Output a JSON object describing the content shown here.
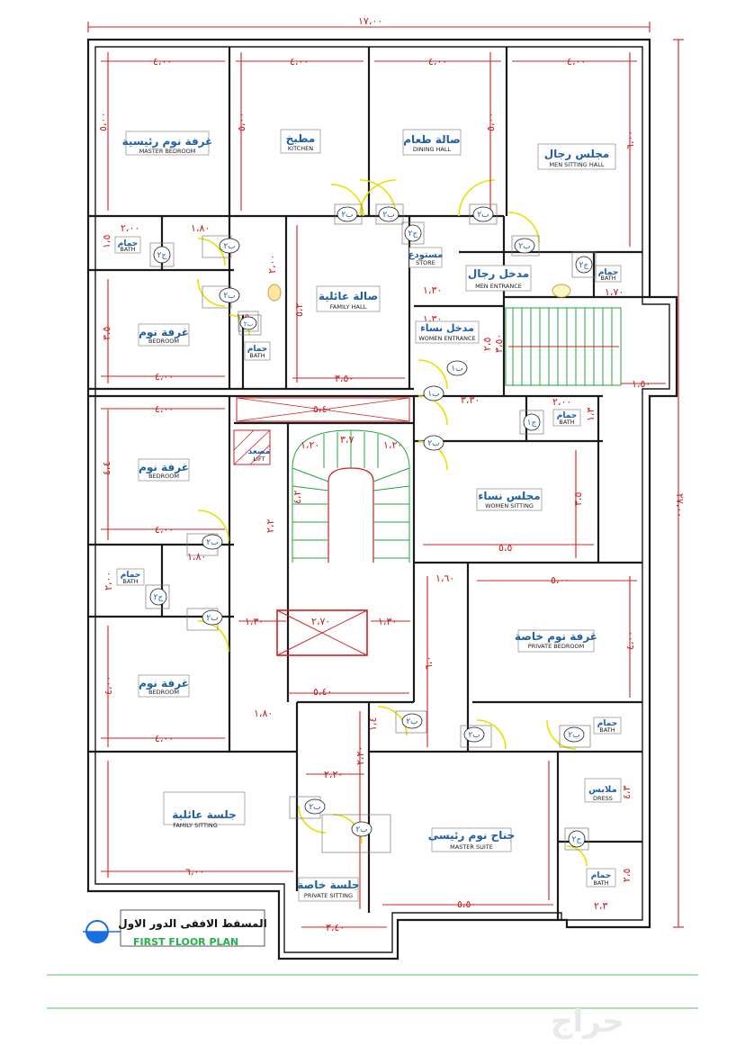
{
  "overall": {
    "width_label": "١٧،٠٠",
    "depth_label": "٢٧،٠٠"
  },
  "rooms": [
    {
      "id": "master-bedroom",
      "ar": "غرفة نوم رئيسية",
      "en": "MASTER BEDROOM"
    },
    {
      "id": "kitchen",
      "ar": "مطبخ",
      "en": "KITCHEN"
    },
    {
      "id": "dining-hall",
      "ar": "صالة طعام",
      "en": "DINING HALL"
    },
    {
      "id": "men-sitting-hall",
      "ar": "مجلس رجال",
      "en": "MEN SITTING HALL"
    },
    {
      "id": "bath-1",
      "ar": "حمام",
      "en": "BATH"
    },
    {
      "id": "store",
      "ar": "مستودع",
      "en": "STORE"
    },
    {
      "id": "men-entrance",
      "ar": "مدخل رجال",
      "en": "MEN ENTRANCE"
    },
    {
      "id": "bath-2",
      "ar": "حمام",
      "en": "BATH"
    },
    {
      "id": "bedroom-1",
      "ar": "غرفة نوم",
      "en": "BEDROOM"
    },
    {
      "id": "family-hall",
      "ar": "صالة عائلية",
      "en": "FAMILY HALL"
    },
    {
      "id": "women-entrance",
      "ar": "مدخل نساء",
      "en": "WOMEN ENTRANCE"
    },
    {
      "id": "bath-3",
      "ar": "حمام",
      "en": "BATH"
    },
    {
      "id": "bath-4",
      "ar": "حمام",
      "en": "BATH"
    },
    {
      "id": "bedroom-2",
      "ar": "غرفة نوم",
      "en": "BEDROOM"
    },
    {
      "id": "lift",
      "ar": "مصعد",
      "en": "LIFT"
    },
    {
      "id": "women-sitting",
      "ar": "مجلس نساء",
      "en": "WOMEN SITTING"
    },
    {
      "id": "bath-5",
      "ar": "حمام",
      "en": "BATH"
    },
    {
      "id": "private-bedroom",
      "ar": "غرفة نوم خاصة",
      "en": "PRIVATE BEDROOM"
    },
    {
      "id": "bedroom-3",
      "ar": "غرفة نوم",
      "en": "BEDROOM"
    },
    {
      "id": "bath-6",
      "ar": "حمام",
      "en": "BATH"
    },
    {
      "id": "dress",
      "ar": "ملابس",
      "en": "DRESS"
    },
    {
      "id": "family-sitting",
      "ar": "جلسة عائلية",
      "en": "FAMILY SITTING"
    },
    {
      "id": "master-suite",
      "ar": "جناح نوم رئيسى",
      "en": "MASTER SUITE"
    },
    {
      "id": "private-sitting",
      "ar": "جلسة خاصة",
      "en": "PRIVATE SITTING"
    },
    {
      "id": "bath-7",
      "ar": "حمام",
      "en": "BATH"
    }
  ],
  "dimensions": [
    "٤،٠٠",
    "٤،٠٠",
    "٤،٠٠",
    "٤،٠٠",
    "٥،٠٠",
    "٥،٠٠",
    "٥،٠٠",
    "٦،٠٠",
    "٢،٠٠",
    "١،٨٠",
    "١،٥",
    "٣،٥",
    "٤،٠٠",
    "٥،٢",
    "٣،٥٠",
    "٢،٠٠",
    "١،٣٠",
    "١،٣٠",
    "٣،٥٠",
    "١،٥٠",
    "٢،٥",
    "٣،٣٠",
    "٢،٠٠",
    "١،٣",
    "٥،٤٠",
    "٤،٠٠",
    "٤،٤",
    "١،٢٠",
    "٣،٧",
    "١،٢٠",
    "٤،٢",
    "٢،٢",
    "٣،٥",
    "٥،٥",
    "٤،٠٠",
    "١،٨٠",
    "٢،٠٠",
    "٥،٠٠",
    "١،٣٠",
    "٢،٧٠",
    "١،٣٠",
    "١،٦٠",
    "٦،٠",
    "٤،٠٠",
    "٤،٠٠",
    "٥،٤٠",
    "١،٨٠",
    "٢،٢٠",
    "١،٤",
    "٤،٠٠",
    "٦،٠٠",
    "٢،٢٠",
    "٤،٣",
    "٢،٥",
    "٥،٥٠",
    "٣،٤٠",
    "٢،٣",
    "١،٧٠",
    "١،٥٠"
  ],
  "door_tags": [
    "ب٢",
    "ب٢",
    "ب٢",
    "ب٢",
    "ب٢",
    "ب٢",
    "ب٢",
    "ب١",
    "ب١",
    "ب٢",
    "ب٢",
    "ب٢",
    "ب٢",
    "ب٢",
    "ب٢",
    "ب٢",
    "ب٢"
  ],
  "bath_tags": [
    "ج٢",
    "ج٢",
    "ج٢",
    "ج١",
    "ج٢",
    "ج٢",
    "ج٢",
    "ج٢"
  ],
  "title": {
    "ar": "المسقط الافقى الدور الاول",
    "en": "FIRST FLOOR PLAN"
  },
  "watermark": "حراج"
}
